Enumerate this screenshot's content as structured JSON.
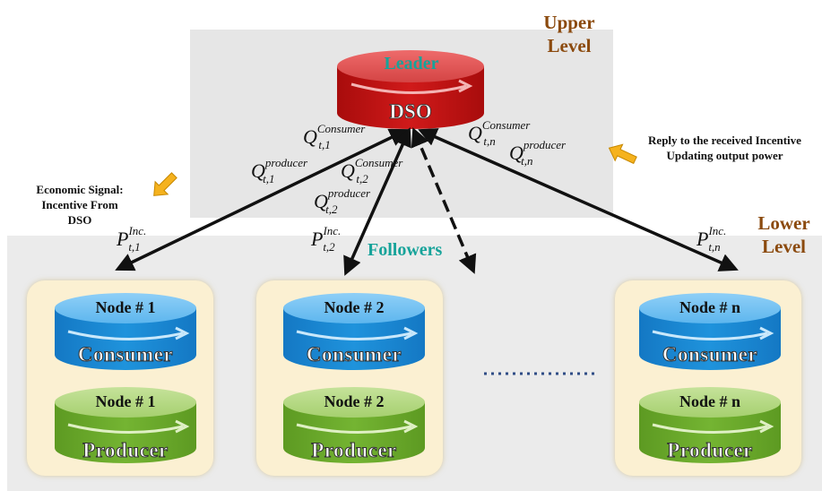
{
  "levels": {
    "upper": "Upper\nLevel",
    "lower": "Lower\nLevel"
  },
  "leader": {
    "role": "Leader",
    "name": "DSO"
  },
  "followers_label": "Followers",
  "annotations": {
    "economic_signal": "Economic Signal:\nIncentive From\nDSO",
    "reply": "Reply to the received Incentive\nUpdating output power"
  },
  "math_labels": {
    "q_cons_1": {
      "base": "Q",
      "sup": "Consumer",
      "sub": "t,1"
    },
    "q_prod_1": {
      "base": "Q",
      "sup": "producer",
      "sub": "t,1"
    },
    "q_cons_2": {
      "base": "Q",
      "sup": "Consumer",
      "sub": "t,2"
    },
    "q_prod_2": {
      "base": "Q",
      "sup": "producer",
      "sub": "t,2"
    },
    "q_cons_n": {
      "base": "Q",
      "sup": "Consumer",
      "sub": "t,n"
    },
    "q_prod_n": {
      "base": "Q",
      "sup": "producer",
      "sub": "t,n"
    },
    "p_inc_1": {
      "base": "P",
      "sup": "Inc.",
      "sub": "t,1"
    },
    "p_inc_2": {
      "base": "P",
      "sup": "Inc.",
      "sub": "t,2"
    },
    "p_inc_n": {
      "base": "P",
      "sup": "Inc.",
      "sub": "t,n"
    }
  },
  "nodes": [
    {
      "consumer_label": "Node # 1",
      "consumer_title": "Consumer",
      "producer_label": "Node # 1",
      "producer_title": "Producer"
    },
    {
      "consumer_label": "Node # 2",
      "consumer_title": "Consumer",
      "producer_label": "Node # 2",
      "producer_title": "Producer"
    },
    {
      "consumer_label": "Node # n",
      "consumer_title": "Consumer",
      "producer_label": "Node # n",
      "producer_title": "Producer"
    }
  ],
  "colors": {
    "upper_bg": "#e6e6e6",
    "lower_bg": "#ebebeb",
    "level_text": "#8b4a0e",
    "teal": "#17a39a",
    "dso_red": "#c81818",
    "consumer_blue": "#1c8fd8",
    "producer_green": "#6cab2c",
    "card_bg": "#fbf0d2",
    "pointer_orange": "#f5b21e",
    "dots": "#2f4c86"
  }
}
